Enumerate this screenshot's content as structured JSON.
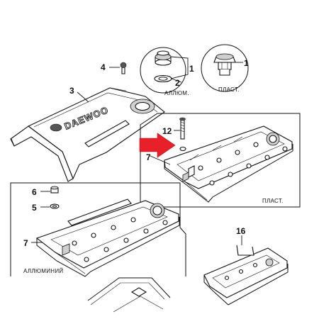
{
  "callouts": {
    "n1_alu": "1",
    "n2_alu": "2",
    "n4": "4",
    "n3": "3",
    "n1_plast": "1",
    "n12": "12",
    "n7_top": "7",
    "n6": "6",
    "n5": "5",
    "n7_bottom": "7",
    "n16": "16"
  },
  "captions": {
    "alum_cap": "АЛЛЮМ.",
    "plast_cap": "ПЛАСТ.",
    "plast_cover": "ПЛАСТ.",
    "aluminium_cover": "АЛЛЮМИНИЙ"
  },
  "logo_text": "DAEWOO",
  "colors": {
    "line": "#111111",
    "highlight_arrow": "#e8202a",
    "shade": "#cfcfcf"
  }
}
